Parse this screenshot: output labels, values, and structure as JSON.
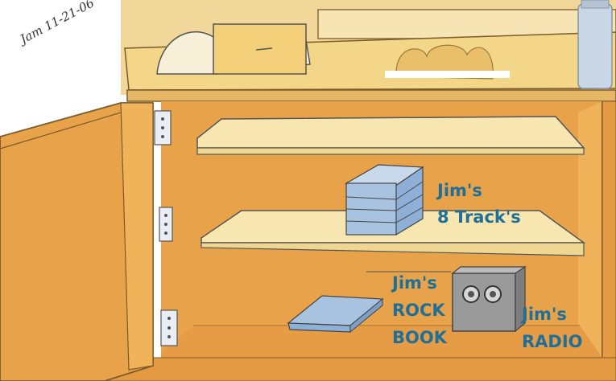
{
  "signature": {
    "name": "Jam",
    "date": "11-21-06"
  },
  "labels": {
    "tracks_line1": "Jim's",
    "tracks_line2": "8 Track's",
    "book_line1": "Jim's",
    "book_line2": "ROCK",
    "book_line3": "BOOK",
    "radio_line1": "Jim's",
    "radio_line2": "RADIO"
  },
  "colors": {
    "cabinet": "#e8a24a",
    "shelf": "#f7e6b0",
    "wall": "#ffffff",
    "label_text": "#1f6f98",
    "tape": "#a8c3e0",
    "radio": "#9a9a9a"
  }
}
